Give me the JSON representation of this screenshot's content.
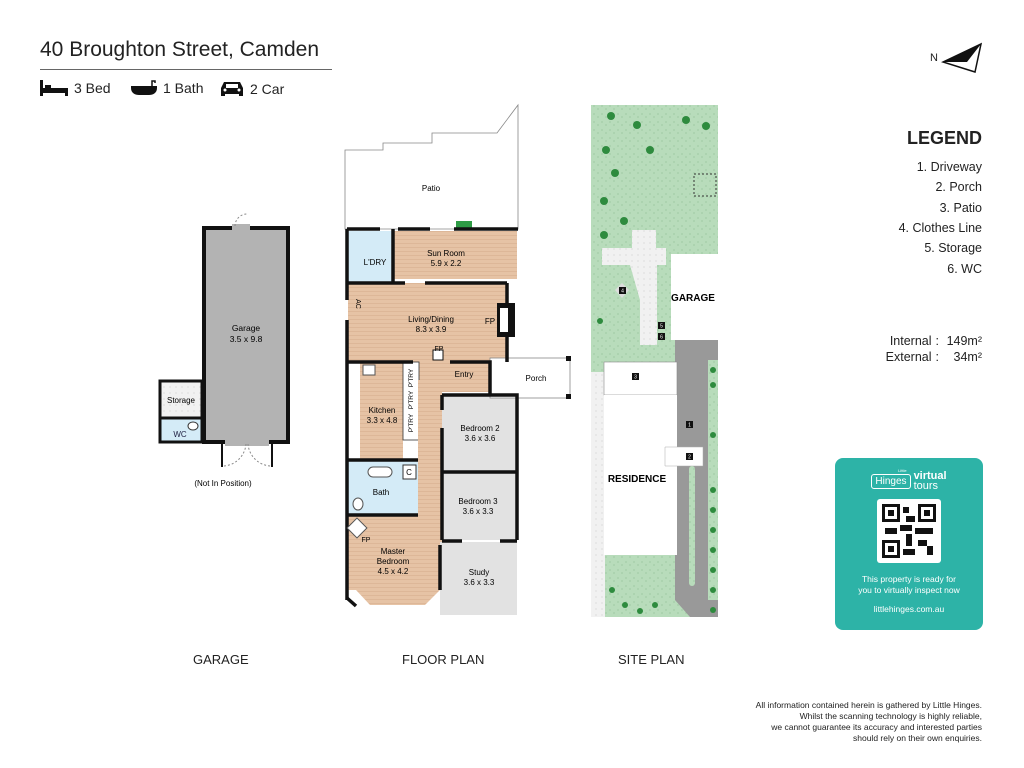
{
  "header": {
    "title": "40 Broughton Street, Camden",
    "features": [
      {
        "icon": "bed-icon",
        "label": "3 Bed"
      },
      {
        "icon": "bath-icon",
        "label": "1 Bath"
      },
      {
        "icon": "car-icon",
        "label": "2 Car"
      }
    ]
  },
  "compass": {
    "label": "N"
  },
  "legend": {
    "title": "LEGEND",
    "items": [
      "1. Driveway",
      "2. Porch",
      "3. Patio",
      "4. Clothes Line",
      "5. Storage",
      "6. WC"
    ]
  },
  "areas": {
    "internal_label": "Internal",
    "internal_value": "149m²",
    "external_label": "External",
    "external_value": "34m²"
  },
  "garage_plan": {
    "label": "GARAGE",
    "rooms": {
      "garage": "Garage",
      "garage_dim": "3.5 x 9.8",
      "storage": "Storage",
      "wc": "WC"
    },
    "note": "(Not In Position)"
  },
  "floor_plan": {
    "label": "FLOOR PLAN",
    "rooms": {
      "patio": "Patio",
      "sun_room": "Sun Room",
      "sun_room_dim": "5.9 x 2.2",
      "laundry": "L'DRY",
      "living": "Living/Dining",
      "living_dim": "8.3 x 3.9",
      "fp": "FP",
      "ac": "AC",
      "entry": "Entry",
      "porch": "Porch",
      "kitchen": "Kitchen",
      "kitchen_dim": "3.3 x 4.8",
      "pantry": "P'TRY",
      "bed2": "Bedroom 2",
      "bed2_dim": "3.6 x 3.6",
      "bed3": "Bedroom 3",
      "bed3_dim": "3.6 x 3.3",
      "bath": "Bath",
      "cupboard": "C",
      "master1": "Master",
      "master2": "Bedroom",
      "master_dim": "4.5 x 4.2",
      "study": "Study",
      "study_dim": "3.6 x 3.3"
    }
  },
  "site_plan": {
    "label": "SITE PLAN",
    "garage": "GARAGE",
    "residence": "RESIDENCE",
    "markers": [
      "1",
      "2",
      "3",
      "4",
      "5",
      "6"
    ]
  },
  "virtual_tour": {
    "brand_small": "Little",
    "brand": "Hinges",
    "product1": "virtual",
    "product2": "tours",
    "line1": "This property is ready for",
    "line2": "you to virtually inspect now",
    "url": "littlehinges.com.au",
    "color": "#2db3a7"
  },
  "disclaimer": [
    "All information contained herein is gathered by Little Hinges.",
    "Whilst the scanning technology is highly reliable,",
    "we cannot guarantee its accuracy and interested parties",
    "should rely on their own enquiries."
  ]
}
